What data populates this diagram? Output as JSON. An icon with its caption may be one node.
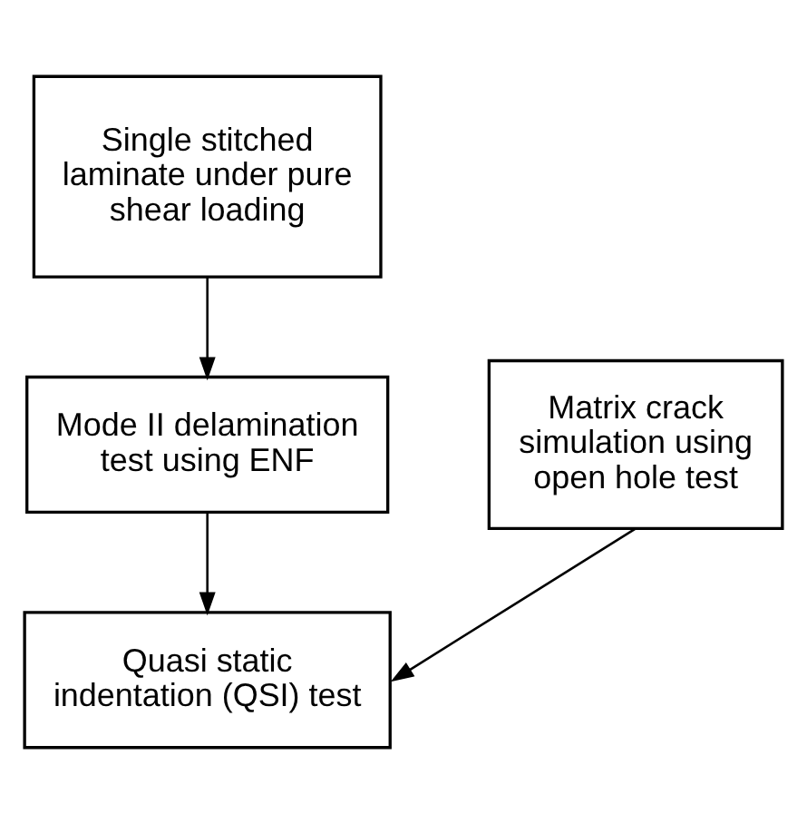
{
  "diagram": {
    "nodes": [
      {
        "text": [
          "Single stitched laminate under pure shear loading"
        ]
      },
      {
        "text": [
          "Mode II delamination test using ENF"
        ]
      },
      {
        "text": [
          "Matrix crack simulation using open hole test"
        ]
      },
      {
        "text": [
          "Quasi static indentation (QSI) test"
        ]
      }
    ],
    "edges": [
      {
        "from": 0,
        "to": 1,
        "arrow": "to"
      },
      {
        "from": 1,
        "to": 3,
        "arrow": "to"
      },
      {
        "from": 2,
        "to": 3,
        "arrow": "to"
      }
    ]
  }
}
